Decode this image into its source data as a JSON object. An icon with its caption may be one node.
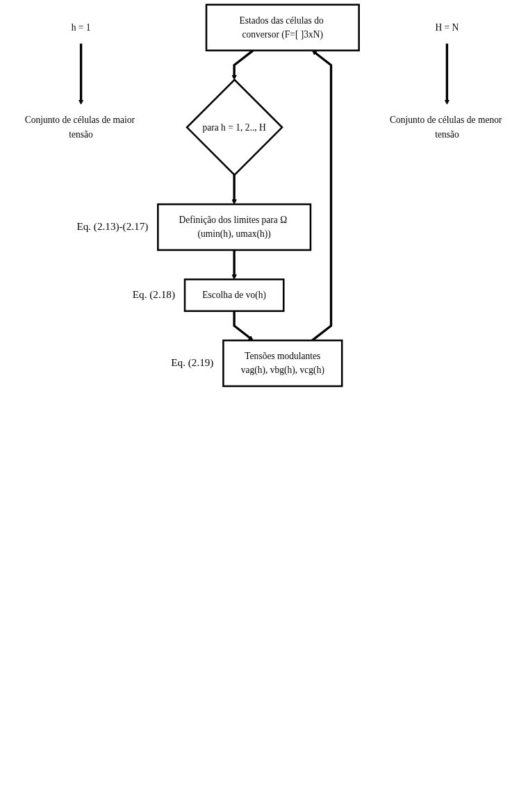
{
  "diagram": {
    "nodes": [
      {
        "text": [
          "Estados das células do conversor (F=[ ]3xN)"
        ]
      },
      {
        "text": [
          "para h = 1, 2.., H"
        ]
      },
      {
        "text": [
          "Definição dos limites para Ω (umin(h), umax(h))"
        ],
        "beside": [
          "Eq. (2.13)-(2.17)"
        ]
      },
      {
        "text": [
          "Escolha de vo(h)"
        ],
        "beside": [
          "Eq. (2.18)"
        ]
      },
      {
        "text": [
          "Tensões modulantes",
          "vag(h), vbg(h), vcg(h)"
        ],
        "beside": [
          "Eq. (2.19)"
        ]
      },
      {
        "text": [
          "h = 1"
        ]
      },
      {
        "text": [
          "Conjunto de células de maior tensão"
        ]
      },
      {
        "text": [
          "H = N"
        ]
      },
      {
        "text": [
          "Conjunto de células de menor tensão"
        ]
      }
    ],
    "edges": [
      {
        "from": 0,
        "to": 1,
        "arrow": "to"
      },
      {
        "from": 1,
        "to": 2,
        "arrow": "to"
      },
      {
        "from": 2,
        "to": 3,
        "arrow": "to"
      },
      {
        "from": 3,
        "to": 4,
        "arrow": "to"
      },
      {
        "from": 4,
        "to": 0,
        "arrow": "to"
      },
      {
        "from": 5,
        "to": 6,
        "arrow": "to"
      },
      {
        "from": 7,
        "to": 8,
        "arrow": "to"
      }
    ]
  }
}
